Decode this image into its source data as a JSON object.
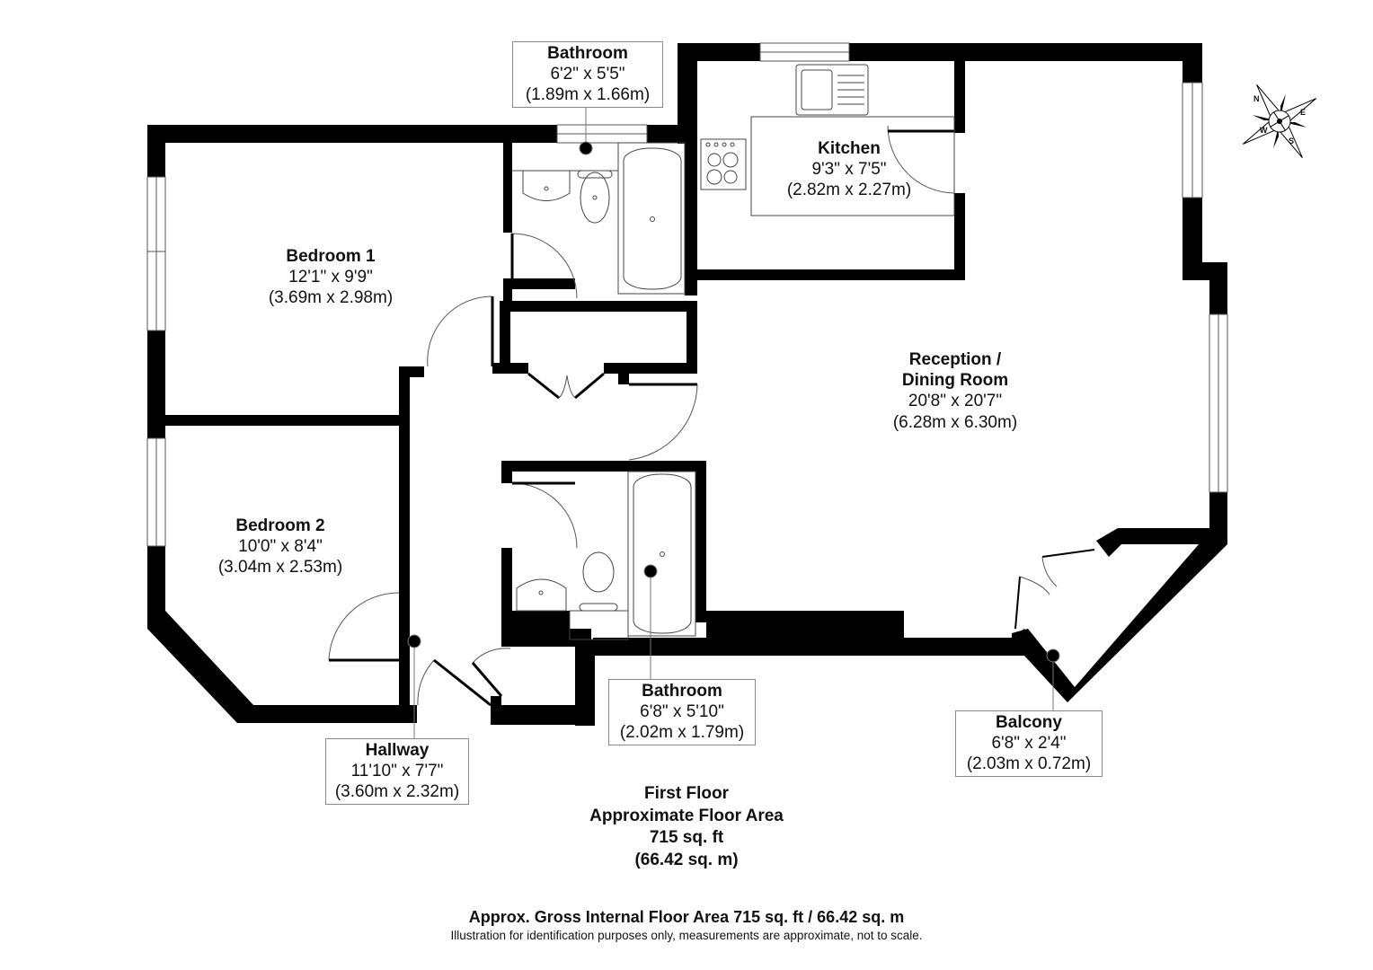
{
  "floor": {
    "name": "First Floor",
    "area_label": "Approximate Floor Area",
    "area_sqft": "715 sq. ft",
    "area_sqm": "(66.42 sq. m)"
  },
  "rooms": [
    {
      "id": "bathroom-top",
      "name": "Bathroom",
      "imperial": "6'2\" x 5'5\"",
      "metric": "(1.89m x 1.66m)"
    },
    {
      "id": "kitchen",
      "name": "Kitchen",
      "imperial": "9'3\" x 7'5\"",
      "metric": "(2.82m x 2.27m)"
    },
    {
      "id": "bedroom-1",
      "name": "Bedroom 1",
      "imperial": "12'1\" x 9'9\"",
      "metric": "(3.69m x 2.98m)"
    },
    {
      "id": "reception",
      "name": "Reception /",
      "name2": "Dining Room",
      "imperial": "20'8\" x 20'7\"",
      "metric": "(6.28m x 6.30m)"
    },
    {
      "id": "bedroom-2",
      "name": "Bedroom 2",
      "imperial": "10'0\" x 8'4\"",
      "metric": "(3.04m x 2.53m)"
    },
    {
      "id": "hallway",
      "name": "Hallway",
      "imperial": "11'10\" x 7'7\"",
      "metric": "(3.60m x 2.32m)"
    },
    {
      "id": "bathroom-bottom",
      "name": "Bathroom",
      "imperial": "6'8\" x 5'10\"",
      "metric": "(2.02m x 1.79m)"
    },
    {
      "id": "balcony",
      "name": "Balcony",
      "imperial": "6'8\" x 2'4\"",
      "metric": "(2.03m x 0.72m)"
    }
  ],
  "compass": {
    "n": "N",
    "e": "E",
    "s": "S",
    "w": "W"
  },
  "footer": {
    "gross_area": "Approx. Gross Internal Floor Area 715 sq. ft / 66.42 sq. m",
    "disclaimer": "Illustration for identification purposes only, measurements are approximate, not to scale."
  },
  "colors": {
    "wall": "#000000",
    "fixture_line": "#555555",
    "label_border": "#888888",
    "background": "#ffffff"
  }
}
